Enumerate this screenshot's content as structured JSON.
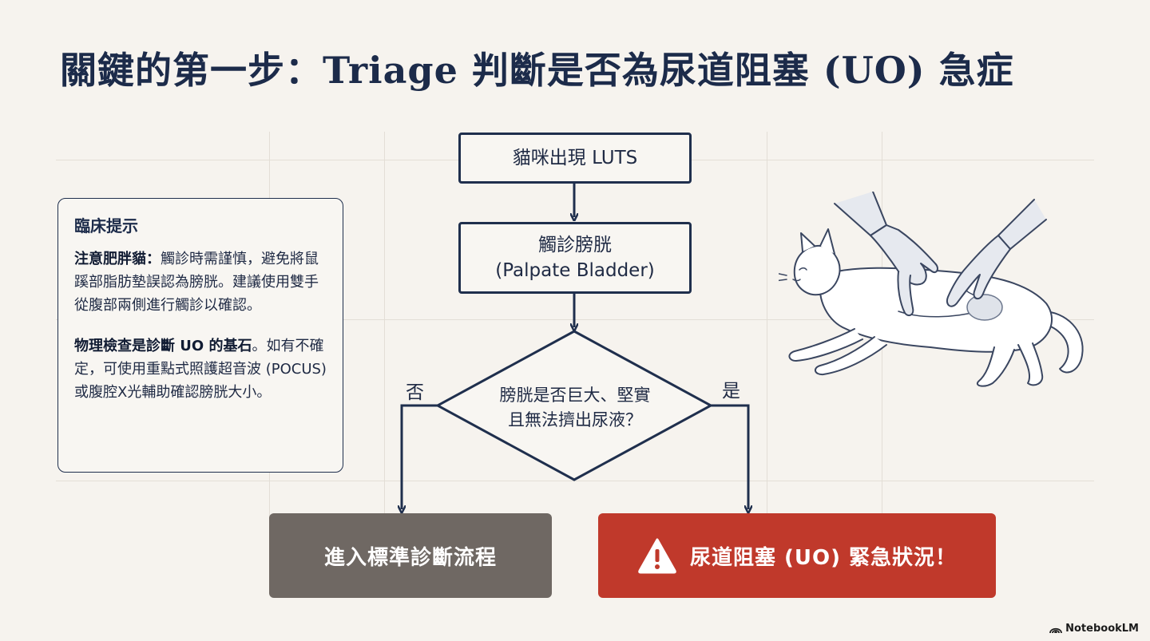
{
  "title": "關鍵的第一步：Triage 判斷是否為尿道阻塞 (UO) 急症",
  "note": {
    "heading": "臨床提示",
    "p1_bold": "注意肥胖貓：",
    "p1_text": "觸診時需謹慎，避免將鼠蹊部脂肪墊誤認為膀胱。建議使用雙手從腹部兩側進行觸診以確認。",
    "p2_bold": "物理檢查是診斷 UO 的基石",
    "p2_text": "。如有不確定，可使用重點式照護超音波 (POCUS) 或腹腔X光輔助確認膀胱大小。"
  },
  "flow": {
    "step1": "貓咪出現 LUTS",
    "step2_line1": "觸診膀胱",
    "step2_line2": "(Palpate Bladder)",
    "decision_line1": "膀胱是否巨大、堅實",
    "decision_line2": "且無法擠出尿液？",
    "no_label": "否",
    "yes_label": "是",
    "result_no": "進入標準診斷流程",
    "result_yes": "尿道阻塞 (UO) 緊急狀況！"
  },
  "colors": {
    "navy": "#1f2f4d",
    "danger": "#c0392b",
    "neutral": "#6f6863",
    "background": "#f6f3ee"
  },
  "icons": {
    "warning": "warning-triangle-icon",
    "illustration": "cat-bladder-palpation-illustration"
  },
  "watermark": "NotebookLM"
}
